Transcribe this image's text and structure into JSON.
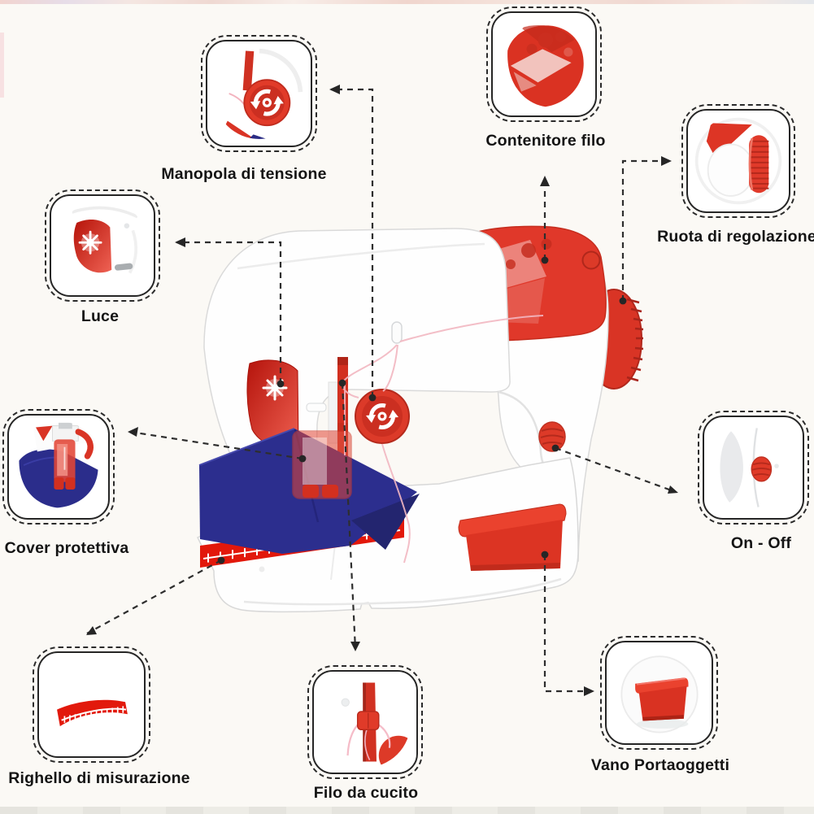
{
  "figure": {
    "type": "product-callout-diagram",
    "subject": "toy sewing machine with labeled parts"
  },
  "colors": {
    "red": "#dd3a28",
    "dark_red": "#b2281c",
    "navy_fabric": "#2c2e8e",
    "line": "#2e2e2e",
    "label_text": "#141414",
    "background": "#fbf9f5"
  },
  "callouts": [
    {
      "id": "manopola",
      "label": "Manopola di tensione",
      "icon": "tension-knob-photo"
    },
    {
      "id": "contenitore",
      "label": "Contenitore filo",
      "icon": "thread-container-photo"
    },
    {
      "id": "ruota",
      "label": "Ruota di regolazione",
      "icon": "adjustment-wheel-photo"
    },
    {
      "id": "luce",
      "label": "Luce",
      "icon": "light-photo"
    },
    {
      "id": "cover",
      "label": "Cover protettiva",
      "icon": "protective-cover-photo"
    },
    {
      "id": "onoff",
      "label": "On - Off",
      "icon": "on-off-switch-photo"
    },
    {
      "id": "righello",
      "label": "Righello di misurazione",
      "icon": "measuring-ruler-photo"
    },
    {
      "id": "filo",
      "label": "Filo da cucito",
      "icon": "sewing-thread-photo"
    },
    {
      "id": "vano",
      "label": "Vano Portaoggetti",
      "icon": "storage-compartment-photo"
    }
  ]
}
